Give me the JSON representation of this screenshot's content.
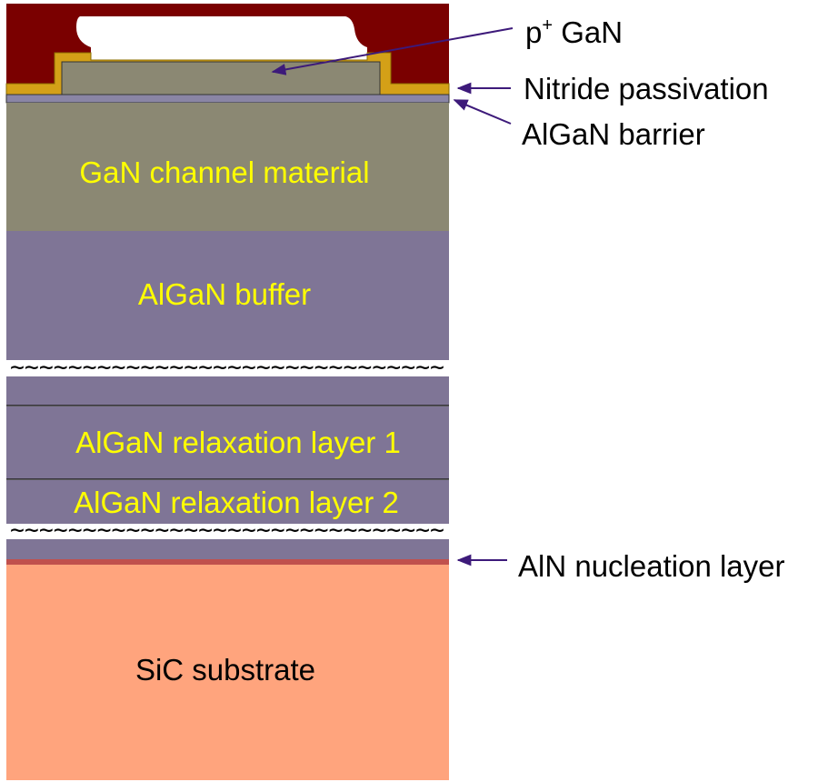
{
  "layers": {
    "p_gan": "",
    "gan_channel": "GaN channel material",
    "algan_buffer": "AlGaN buffer",
    "relax1": "AlGaN relaxation layer 1",
    "relax2": "AlGaN relaxation layer 2",
    "sic": "SiC substrate"
  },
  "callouts": {
    "p_gan_base": "p",
    "p_gan_sup": "+",
    "p_gan_rest": " GaN",
    "nitride": "Nitride passivation",
    "algan_barrier": "AlGaN barrier",
    "aln": "AlN nucleation layer"
  },
  "break_mark": "~~~~~~~~~~~~~~~~~~~~~~~~~~~~~~",
  "colors": {
    "metal": "#7a0000",
    "nitride": "#d4a017",
    "gan": "#8b8873",
    "algan": "#7f7596",
    "aln": "#c0504d",
    "sic": "#ffa47d",
    "label_yellow": "#ffff00",
    "arrow": "#3d1a7a"
  }
}
